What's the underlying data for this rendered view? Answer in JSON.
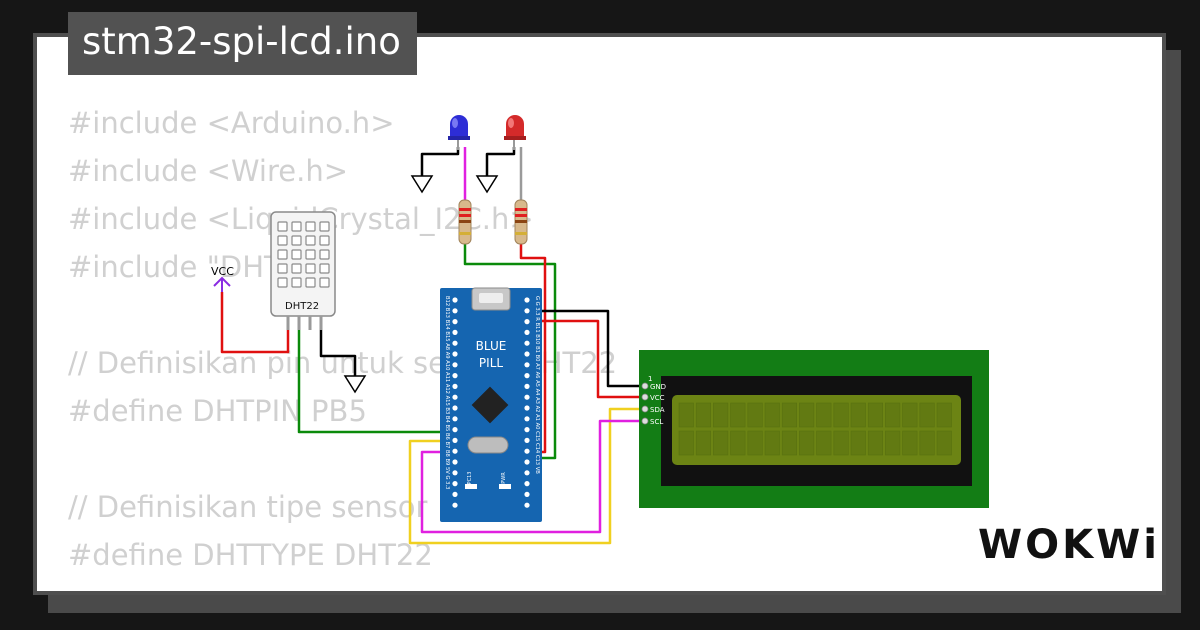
{
  "title": "stm32-spi-lcd.ino",
  "code_lines": [
    "#include <Arduino.h>",
    "#include <Wire.h>",
    "#include <LiquidCrystal_I2C.h>",
    "#include \"DHT.h\"",
    "",
    "// Definisikan pin untuk sensor DHT22",
    "#define DHTPIN PB5",
    "",
    "// Definisikan tipe sensor",
    "#define DHTTYPE DHT22"
  ],
  "diagram": {
    "dht_label": "DHT22",
    "vcc_label": "VCC",
    "board_label_1": "BLUE",
    "board_label_2": "PILL",
    "board_left_pins": "B12 B13 B14 B15 A8 A9 A10 A11 A12 A15 B3 B4 B5 B6 B7 B8 B9 5V G 3.3",
    "board_right_pins": "G G 3.3 R B11 B10 B1 B0 A7 A6 A5 A4 A3 A2 A1 A0 C15 C14 C13 VB",
    "pc13_label": "PC13",
    "pwr_label": "PWR",
    "lcd_pin_1": "1",
    "lcd_pins": [
      "GND",
      "VCC",
      "SDA",
      "SCL"
    ],
    "led_colors": [
      "#2d2dd6",
      "#d42a2a"
    ],
    "lcd_text_color": "#2e3a0a",
    "board_color": "#1565b0",
    "lcd_pcb_color": "#137d15",
    "lcd_screen_color": "#6c8414"
  },
  "brand": "WOKWi"
}
